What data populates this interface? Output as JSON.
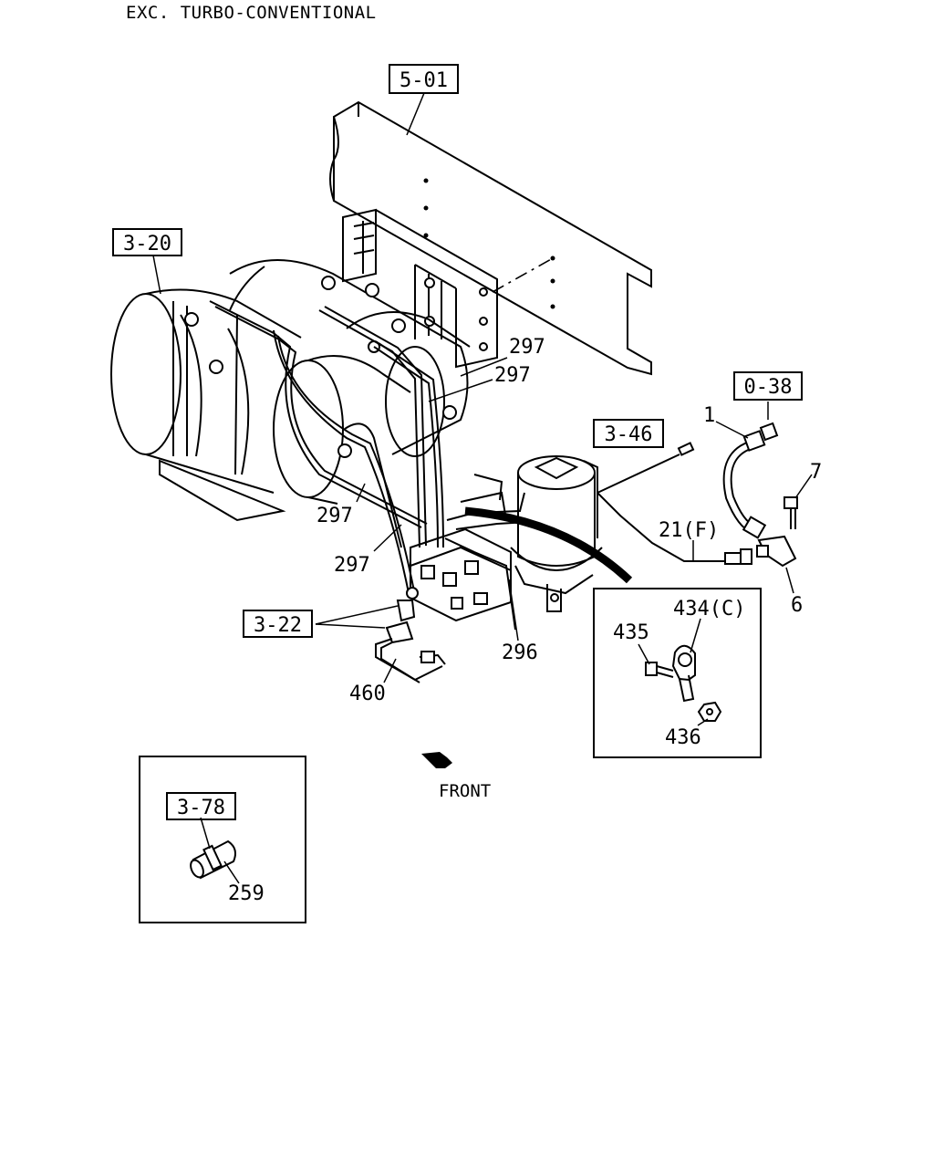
{
  "header": {
    "title": "EXC. TURBO-CONVENTIONAL"
  },
  "diagram": {
    "ref_boxes": {
      "frame": "5-01",
      "air_tanks": "3-20",
      "fitting": "0-38",
      "dryer": "3-46",
      "valve": "3-22",
      "hose_detail": "3-78"
    },
    "callouts": {
      "hose": "1",
      "bolt": "7",
      "connector": "6",
      "harness": "21(F)",
      "pipe_a": "297",
      "pipe_b": "297",
      "pipe_c": "297",
      "pipe_d": "297",
      "pipe_e": "296",
      "pipe_f": "460",
      "clip": "434(C)",
      "clip_bolt": "435",
      "clip_nut": "436",
      "hose_clamp": "259"
    },
    "direction": {
      "label": "FRONT"
    }
  }
}
